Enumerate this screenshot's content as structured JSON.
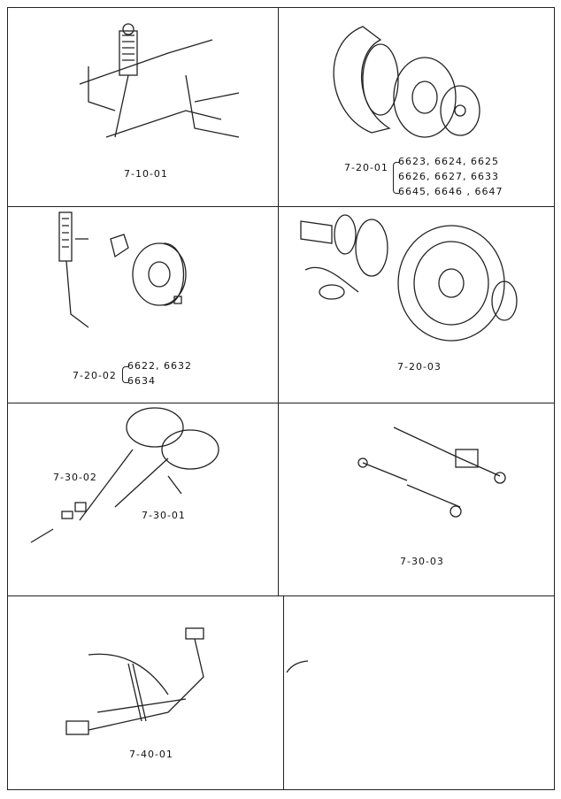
{
  "cells": [
    {
      "code": "7-10-01",
      "subject": "front-suspension-icon"
    },
    {
      "code": "7-20-01",
      "parts": [
        "6623, 6624, 6625",
        "6626, 6627, 6633",
        "6645, 6646 , 6647"
      ],
      "subject": "brake-disc-icon"
    },
    {
      "code": "7-20-02",
      "parts": [
        "6622, 6632",
        "6634"
      ],
      "subject": "brake-drum-icon"
    },
    {
      "code": "7-20-03",
      "subject": "wheel-icon"
    },
    {
      "codes": [
        "7-30-02",
        "7-30-01"
      ],
      "subject": "steering-wheel-icon"
    },
    {
      "code": "7-30-03",
      "subject": "tie-rod-icon"
    },
    {
      "code": "7-40-01",
      "subject": "rear-suspension-icon"
    },
    {
      "code": null
    }
  ]
}
